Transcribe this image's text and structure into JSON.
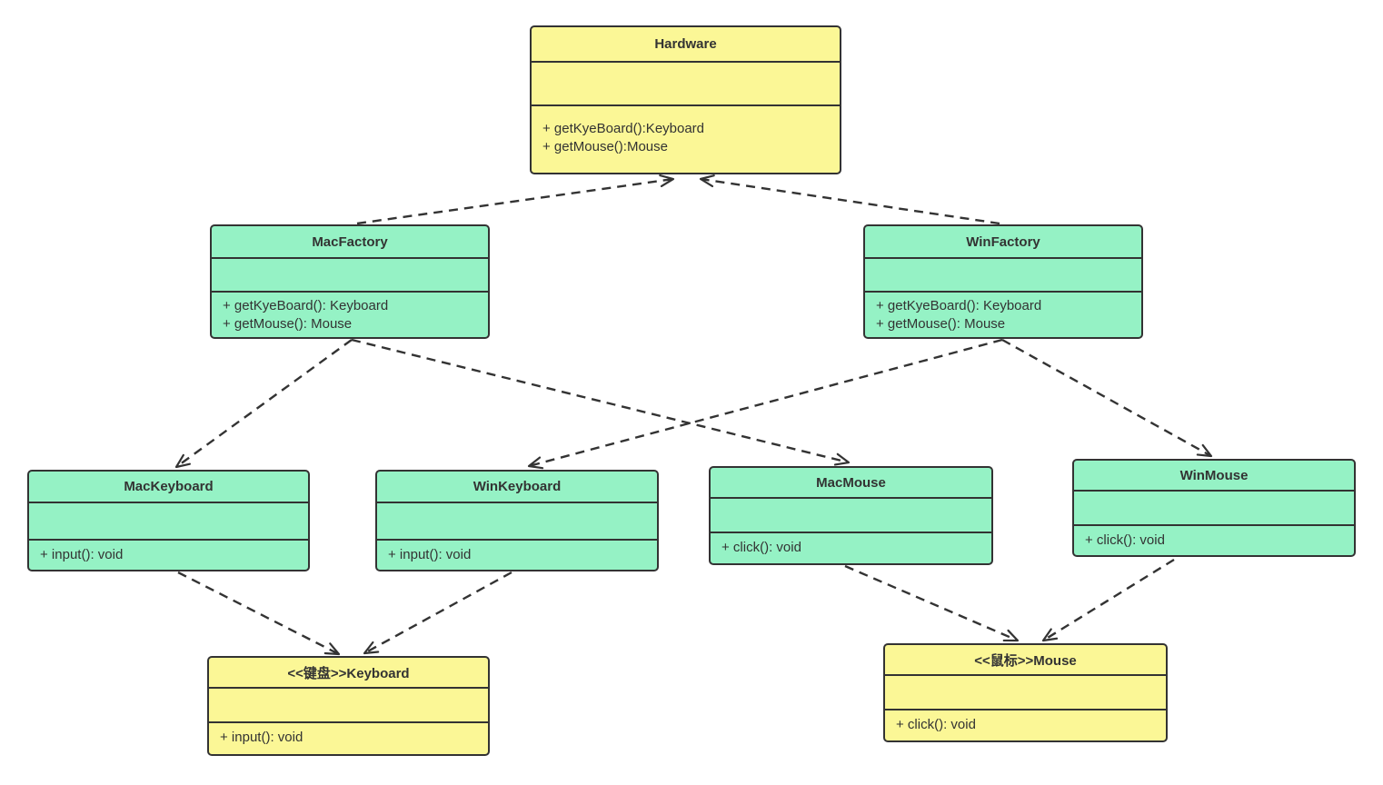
{
  "diagram": {
    "type": "uml-class-diagram",
    "background_color": "#ffffff",
    "colors": {
      "yellow_fill": "#fbf796",
      "green_fill": "#95f2c5",
      "border": "#333333",
      "edge": "#333333",
      "text": "#333333"
    },
    "nodes": {
      "hardware": {
        "title": "Hardware",
        "attributes": "",
        "methods": [
          "+ getKyeBoard():Keyboard",
          "+ getMouse():Mouse"
        ],
        "fill": "#fbf796"
      },
      "macfactory": {
        "title": "MacFactory",
        "attributes": "",
        "methods": [
          "+ getKyeBoard(): Keyboard",
          "+ getMouse(): Mouse"
        ],
        "fill": "#95f2c5"
      },
      "winfactory": {
        "title": "WinFactory",
        "attributes": "",
        "methods": [
          "+ getKyeBoard(): Keyboard",
          "+ getMouse(): Mouse"
        ],
        "fill": "#95f2c5"
      },
      "mackeyboard": {
        "title": "MacKeyboard",
        "attributes": "",
        "methods": [
          "+ input(): void"
        ],
        "fill": "#95f2c5"
      },
      "winkeyboard": {
        "title": "WinKeyboard",
        "attributes": "",
        "methods": [
          "+ input(): void"
        ],
        "fill": "#95f2c5"
      },
      "macmouse": {
        "title": "MacMouse",
        "attributes": "",
        "methods": [
          "+ click(): void"
        ],
        "fill": "#95f2c5"
      },
      "winmouse": {
        "title": "WinMouse",
        "attributes": "",
        "methods": [
          "+ click(): void"
        ],
        "fill": "#95f2c5"
      },
      "keyboard_interface": {
        "title": "<<键盘>>Keyboard",
        "attributes": "",
        "methods": [
          "+ input(): void"
        ],
        "fill": "#fbf796"
      },
      "mouse_interface": {
        "title": "<<鼠标>>Mouse",
        "attributes": "",
        "methods": [
          "+ click(): void"
        ],
        "fill": "#fbf796"
      }
    },
    "edges": [
      {
        "from": "MacFactory",
        "to": "Hardware",
        "style": "dashed",
        "arrowhead": "open"
      },
      {
        "from": "WinFactory",
        "to": "Hardware",
        "style": "dashed",
        "arrowhead": "open"
      },
      {
        "from": "MacFactory",
        "to": "MacKeyboard",
        "style": "dashed",
        "arrowhead": "open"
      },
      {
        "from": "MacFactory",
        "to": "MacMouse",
        "style": "dashed",
        "arrowhead": "open"
      },
      {
        "from": "WinFactory",
        "to": "WinKeyboard",
        "style": "dashed",
        "arrowhead": "open"
      },
      {
        "from": "WinFactory",
        "to": "WinMouse",
        "style": "dashed",
        "arrowhead": "open"
      },
      {
        "from": "MacKeyboard",
        "to": "Keyboard",
        "style": "dashed",
        "arrowhead": "open"
      },
      {
        "from": "WinKeyboard",
        "to": "Keyboard",
        "style": "dashed",
        "arrowhead": "open"
      },
      {
        "from": "MacMouse",
        "to": "Mouse",
        "style": "dashed",
        "arrowhead": "open"
      },
      {
        "from": "WinMouse",
        "to": "Mouse",
        "style": "dashed",
        "arrowhead": "open"
      }
    ]
  }
}
